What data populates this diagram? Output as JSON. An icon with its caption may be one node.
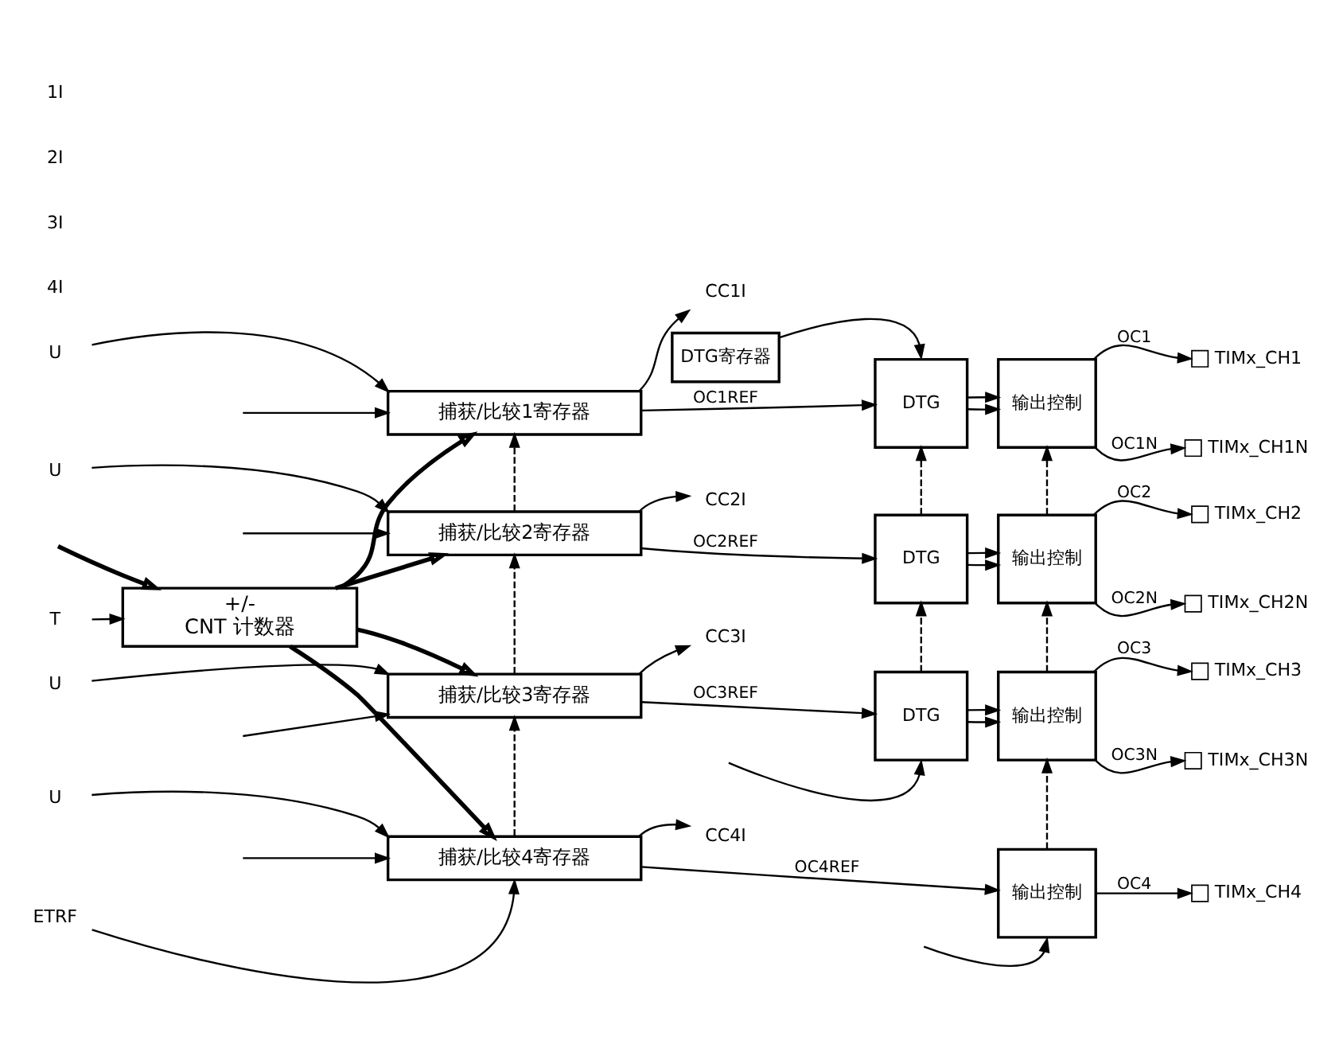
{
  "diagram": {
    "nodes": [
      {
        "text": [
          "T"
        ]
      },
      {
        "text": [
          "+/-",
          "CNT 计数器"
        ]
      },
      {
        "text": [
          "U"
        ]
      },
      {
        "text": [
          "捕获/比较1寄存器"
        ]
      },
      {
        "text": [
          "CC1I"
        ]
      },
      {
        "text": [
          "DTG寄存器"
        ]
      },
      {
        "text": [
          "DTG"
        ]
      },
      {
        "text": [
          "输出控制"
        ]
      },
      {
        "text": [
          "TIMx_CH1"
        ]
      },
      {
        "text": [
          "TIMx_CH1N"
        ]
      },
      {
        "text": [
          "U"
        ]
      },
      {
        "text": [
          "捕获/比较2寄存器"
        ]
      },
      {
        "text": [
          "CC2I"
        ]
      },
      {
        "text": [
          "DTG"
        ]
      },
      {
        "text": [
          "输出控制"
        ]
      },
      {
        "text": [
          "TIMx_CH2"
        ]
      },
      {
        "text": [
          "TIMx_CH2N"
        ]
      },
      {
        "text": [
          "U"
        ]
      },
      {
        "text": [
          "捕获/比较3寄存器"
        ]
      },
      {
        "text": [
          "CC3I"
        ]
      },
      {
        "text": [
          "DTG"
        ]
      },
      {
        "text": [
          "输出控制"
        ]
      },
      {
        "text": [
          "TIMx_CH3"
        ]
      },
      {
        "text": [
          "TIMx_CH3N"
        ]
      },
      {
        "text": [
          "U"
        ]
      },
      {
        "text": [
          "捕获/比较4寄存器"
        ]
      },
      {
        "text": [
          "CC4I"
        ]
      },
      {
        "text": [
          "输出控制"
        ]
      },
      {
        "text": [
          "TIMx_CH4"
        ]
      },
      {
        "text": [
          "ETRF"
        ]
      }
    ],
    "edges": [
      {
        "from": 0,
        "to": 1,
        "arrow": "to"
      },
      {
        "from": null,
        "to": 1,
        "arrow": "to",
        "style": "thick"
      },
      {
        "from": 1,
        "to": 3,
        "arrow": "to",
        "style": "thick"
      },
      {
        "from": 1,
        "to": 11,
        "arrow": "to",
        "style": "thick"
      },
      {
        "from": 1,
        "to": 18,
        "arrow": "to",
        "style": "thick"
      },
      {
        "from": 1,
        "to": 25,
        "arrow": "to",
        "style": "thick"
      },
      {
        "from": 2,
        "to": 3,
        "arrow": "to"
      },
      {
        "from": null,
        "to": 3,
        "arrow": "to"
      },
      {
        "from": 3,
        "to": 4,
        "arrow": "to"
      },
      {
        "from": 3,
        "to": 6,
        "arrow": "to",
        "label": "OC1REF"
      },
      {
        "from": 5,
        "to": 6,
        "arrow": "to"
      },
      {
        "from": 6,
        "to": 7,
        "arrow": "to"
      },
      {
        "from": 6,
        "to": 7,
        "arrow": "to"
      },
      {
        "from": 7,
        "to": 8,
        "arrow": "to",
        "label": "OC1"
      },
      {
        "from": 7,
        "to": 9,
        "arrow": "to",
        "label": "OC1N"
      },
      {
        "from": 11,
        "to": 3,
        "arrow": "to",
        "style": "dashed"
      },
      {
        "from": 10,
        "to": 11,
        "arrow": "to"
      },
      {
        "from": null,
        "to": 11,
        "arrow": "to"
      },
      {
        "from": 11,
        "to": 12,
        "arrow": "to"
      },
      {
        "from": 11,
        "to": 13,
        "arrow": "to",
        "label": "OC2REF"
      },
      {
        "from": 13,
        "to": 6,
        "arrow": "to",
        "style": "dashed"
      },
      {
        "from": 13,
        "to": 14,
        "arrow": "to"
      },
      {
        "from": 13,
        "to": 14,
        "arrow": "to"
      },
      {
        "from": 14,
        "to": 7,
        "arrow": "to",
        "style": "dashed"
      },
      {
        "from": 14,
        "to": 15,
        "arrow": "to",
        "label": "OC2"
      },
      {
        "from": 14,
        "to": 16,
        "arrow": "to",
        "label": "OC2N"
      },
      {
        "from": 18,
        "to": 11,
        "arrow": "to",
        "style": "dashed"
      },
      {
        "from": 17,
        "to": 18,
        "arrow": "to"
      },
      {
        "from": null,
        "to": 18,
        "arrow": "to"
      },
      {
        "from": 18,
        "to": 19,
        "arrow": "to"
      },
      {
        "from": 18,
        "to": 20,
        "arrow": "to",
        "label": "OC3REF"
      },
      {
        "from": 20,
        "to": 13,
        "arrow": "to",
        "style": "dashed"
      },
      {
        "from": null,
        "to": 20,
        "arrow": "to"
      },
      {
        "from": 20,
        "to": 21,
        "arrow": "to"
      },
      {
        "from": 20,
        "to": 21,
        "arrow": "to"
      },
      {
        "from": 21,
        "to": 14,
        "arrow": "to",
        "style": "dashed"
      },
      {
        "from": 21,
        "to": 22,
        "arrow": "to",
        "label": "OC3"
      },
      {
        "from": 21,
        "to": 23,
        "arrow": "to",
        "label": "OC3N"
      },
      {
        "from": 25,
        "to": 18,
        "arrow": "to",
        "style": "dashed"
      },
      {
        "from": 24,
        "to": 25,
        "arrow": "to"
      },
      {
        "from": null,
        "to": 25,
        "arrow": "to"
      },
      {
        "from": 25,
        "to": 26,
        "arrow": "to"
      },
      {
        "from": 25,
        "to": 27,
        "arrow": "to",
        "label": "OC4REF"
      },
      {
        "from": 27,
        "to": 21,
        "arrow": "to",
        "style": "dashed"
      },
      {
        "from": null,
        "to": 27,
        "arrow": "to"
      },
      {
        "from": 27,
        "to": 28,
        "arrow": "to",
        "label": "OC4"
      },
      {
        "from": 29,
        "to": 25,
        "arrow": "to"
      }
    ],
    "labels": [
      "1I",
      "2I",
      "3I",
      "4I"
    ]
  }
}
